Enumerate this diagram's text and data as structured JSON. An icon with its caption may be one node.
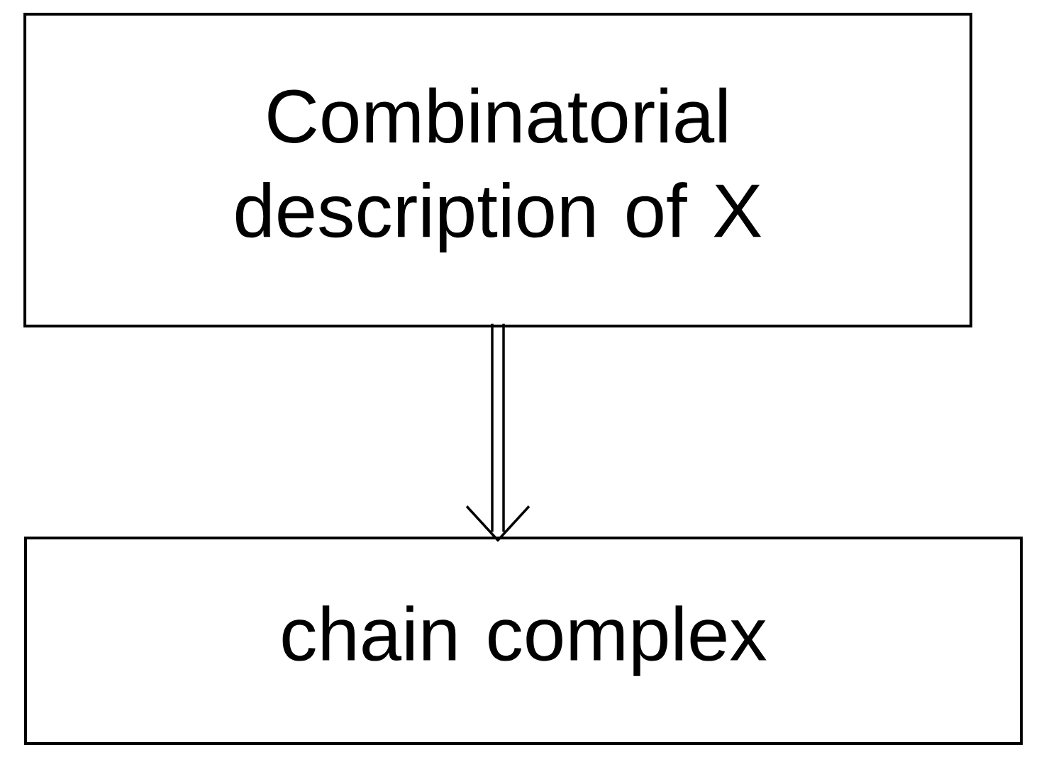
{
  "diagram": {
    "nodes": [
      {
        "text": [
          "Combinatorial description of X"
        ]
      },
      {
        "text": [
          "chain complex"
        ]
      }
    ],
    "edges": [
      {
        "from": 0,
        "to": 1,
        "arrow": "to"
      }
    ]
  }
}
